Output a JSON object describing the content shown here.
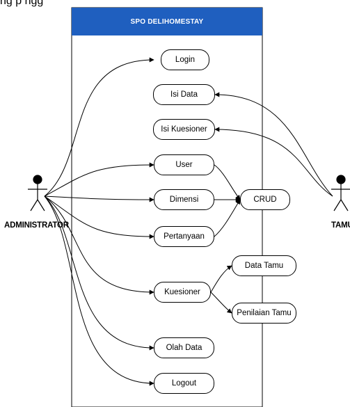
{
  "header_fragment": "ng p ngg",
  "system": {
    "title": "SPO DELIHOMESTAY",
    "header_color": "#1f5fbf"
  },
  "actors": {
    "admin": "ADMINISTRATOR",
    "guest": "TAMU"
  },
  "use_cases": {
    "login": "Login",
    "isi_data": "Isi Data",
    "isi_kuesioner": "Isi Kuesioner",
    "user": "User",
    "dimensi": "Dimensi",
    "pertanyaan": "Pertanyaan",
    "crud": "CRUD",
    "kuesioner": "Kuesioner",
    "data_tamu": "Data Tamu",
    "penilaian_tamu": "Penilaian Tamu",
    "olah_data": "Olah Data",
    "logout": "Logout"
  }
}
